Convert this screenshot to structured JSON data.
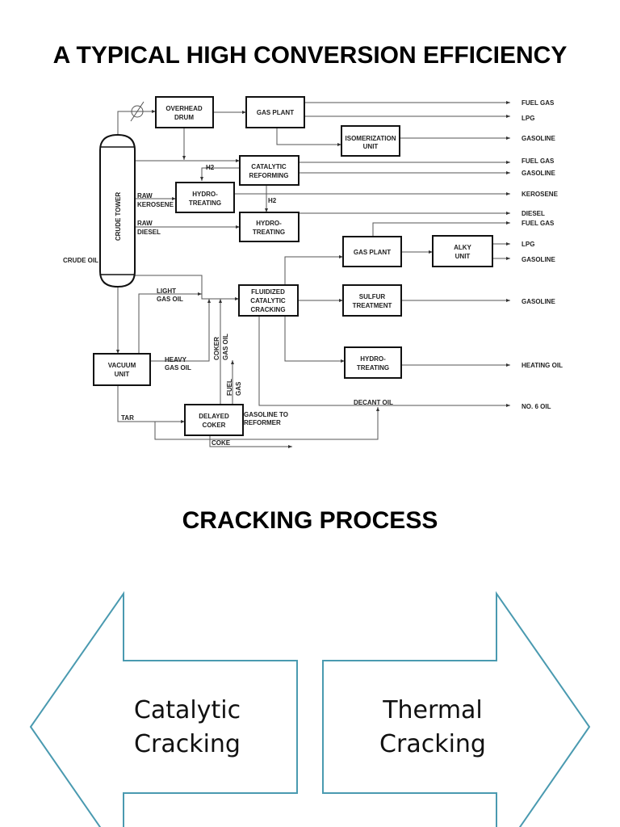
{
  "title": "A TYPICAL HIGH CONVERSION EFFICIENCY",
  "subtitle": "CRACKING PROCESS",
  "diagram": {
    "units": {
      "crude_tower": "CRUDE TOWER",
      "overhead_drum": [
        "OVERHEAD",
        "DRUM"
      ],
      "gas_plant_1": "GAS PLANT",
      "isomerization": [
        "ISOMERIZATION",
        "UNIT"
      ],
      "catalytic_reforming": [
        "CATALYTIC",
        "REFORMING"
      ],
      "hydrotreating_1": [
        "HYDRO-",
        "TREATING"
      ],
      "hydrotreating_2": [
        "HYDRO-",
        "TREATING"
      ],
      "gas_plant_2": "GAS PLANT",
      "alky": [
        "ALKY",
        "UNIT"
      ],
      "fcc": [
        "FLUIDIZED",
        "CATALYTIC",
        "CRACKING"
      ],
      "sulfur": [
        "SULFUR",
        "TREATMENT"
      ],
      "hydrotreating_3": [
        "HYDRO-",
        "TREATING"
      ],
      "vacuum": [
        "VACUUM",
        "UNIT"
      ],
      "coker": [
        "DELAYED",
        "COKER"
      ]
    },
    "streams": {
      "crude_oil": "CRUDE OIL",
      "h2_a": "H2",
      "h2_b": "H2",
      "raw_kerosene": [
        "RAW",
        "KEROSENE"
      ],
      "raw_diesel": [
        "RAW",
        "DIESEL"
      ],
      "light_gas_oil": [
        "LIGHT",
        "GAS OIL"
      ],
      "heavy_gas_oil": [
        "HEAVY",
        "GAS OIL"
      ],
      "coker_gas_oil": [
        "COKER",
        "GAS OIL"
      ],
      "fuel_gas": [
        "FUEL",
        "GAS"
      ],
      "tar": "TAR",
      "gasoline_to_reformer": [
        "GASOLINE TO",
        "REFORMER"
      ],
      "coke": "COKE",
      "decant_oil": "DECANT OIL"
    },
    "products": [
      "FUEL GAS",
      "LPG",
      "GASOLINE",
      "FUEL GAS",
      "GASOLINE",
      "KEROSENE",
      "DIESEL",
      "FUEL GAS",
      "LPG",
      "GASOLINE",
      "GASOLINE",
      "HEATING OIL",
      "NO. 6 OIL"
    ]
  },
  "arrows": {
    "left": [
      "Catalytic",
      "Cracking"
    ],
    "right": [
      "Thermal",
      "Cracking"
    ],
    "color": "#4a9ab0"
  }
}
